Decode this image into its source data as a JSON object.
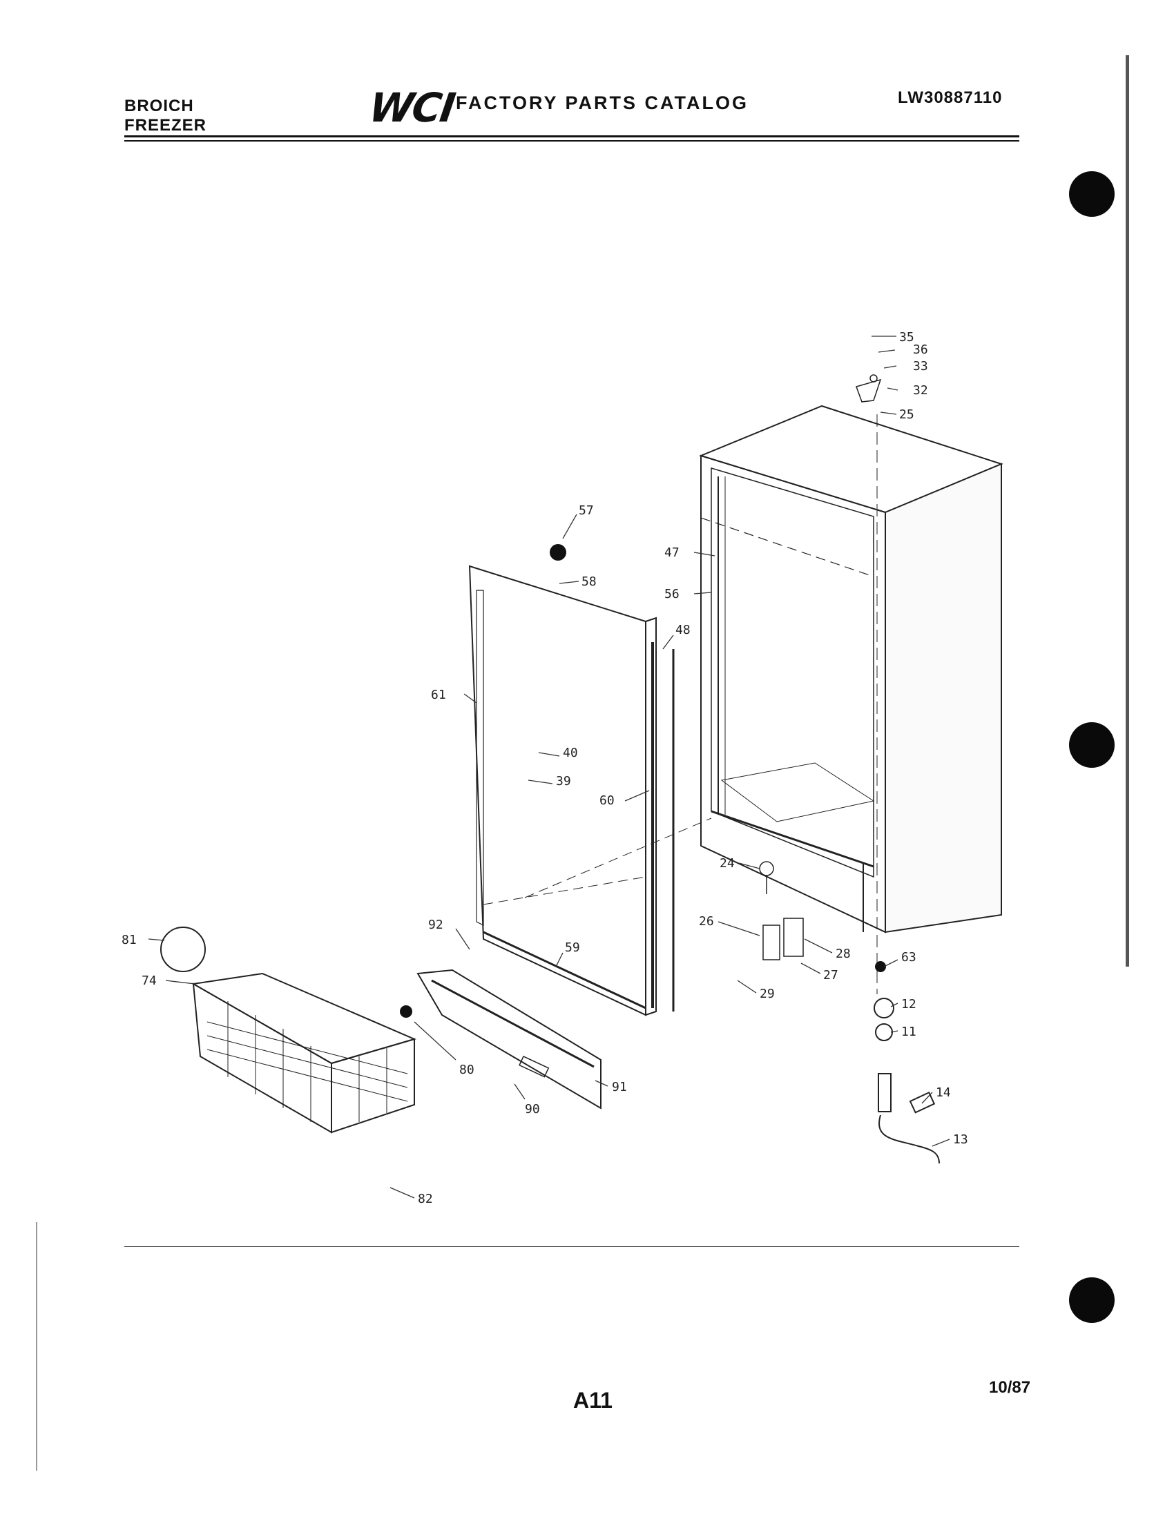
{
  "header": {
    "left_line1": "BROICH",
    "left_line2": "FREEZER",
    "logo": "WCI",
    "title": "FACTORY PARTS CATALOG",
    "catalog_number": "LW30887110"
  },
  "footer": {
    "page": "A11",
    "date": "10/87"
  },
  "part_labels": [
    "35",
    "36",
    "33",
    "32",
    "25",
    "57",
    "58",
    "56",
    "47",
    "48",
    "61",
    "40",
    "39",
    "60",
    "24",
    "26",
    "28",
    "63",
    "27",
    "29",
    "12",
    "11",
    "14",
    "13",
    "92",
    "59",
    "81",
    "74",
    "80",
    "91",
    "90",
    "82"
  ]
}
